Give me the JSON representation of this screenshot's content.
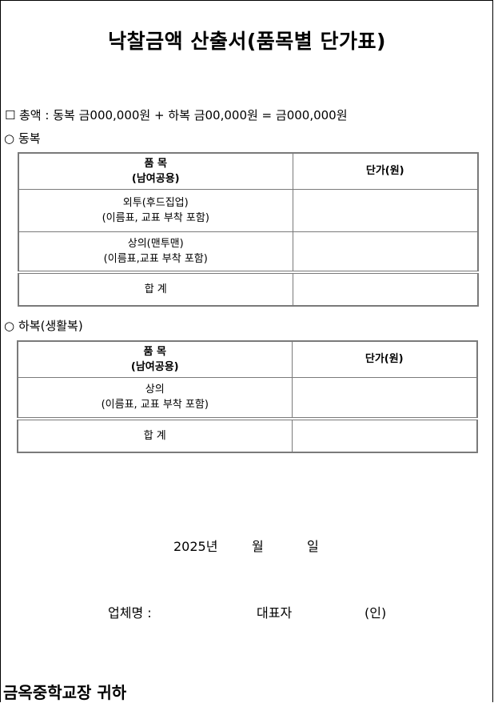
{
  "title": "낙찰금액 산출서(품목별 단가표)",
  "total": {
    "marker": "☐",
    "label": "총액",
    "colon": ":",
    "text": "동복 금000,000원 + 하복 금00,000원 = 금000,000원"
  },
  "winter": {
    "marker": "○",
    "heading": "동복",
    "table": {
      "col1_header_1": "품 목",
      "col1_header_2": "(남여공용)",
      "col2_header": "단가(원)",
      "rows": [
        {
          "item_1": "외투(후드집업)",
          "item_2": "(이름표, 교표 부착 포함)",
          "price": ""
        },
        {
          "item_1": "상의(맨투맨)",
          "item_2": "(이름표,교표 부착 포함)",
          "price": ""
        }
      ],
      "total_label": "합 계",
      "total_value": ""
    }
  },
  "summer": {
    "marker": "○",
    "heading": "하복(생활복)",
    "table": {
      "col1_header_1": "품 목",
      "col1_header_2": "(남여공용)",
      "col2_header": "단가(원)",
      "rows": [
        {
          "item_1": "상의",
          "item_2": "(이름표, 교표 부착 포함)",
          "price": ""
        }
      ],
      "total_label": "합 계",
      "total_value": ""
    }
  },
  "date": {
    "year": "2025년",
    "month": "월",
    "day": "일"
  },
  "signature": {
    "company_label": "업체명 :",
    "rep_label": "대표자",
    "seal": "(인)"
  },
  "footer": "금옥중학교장 귀하"
}
